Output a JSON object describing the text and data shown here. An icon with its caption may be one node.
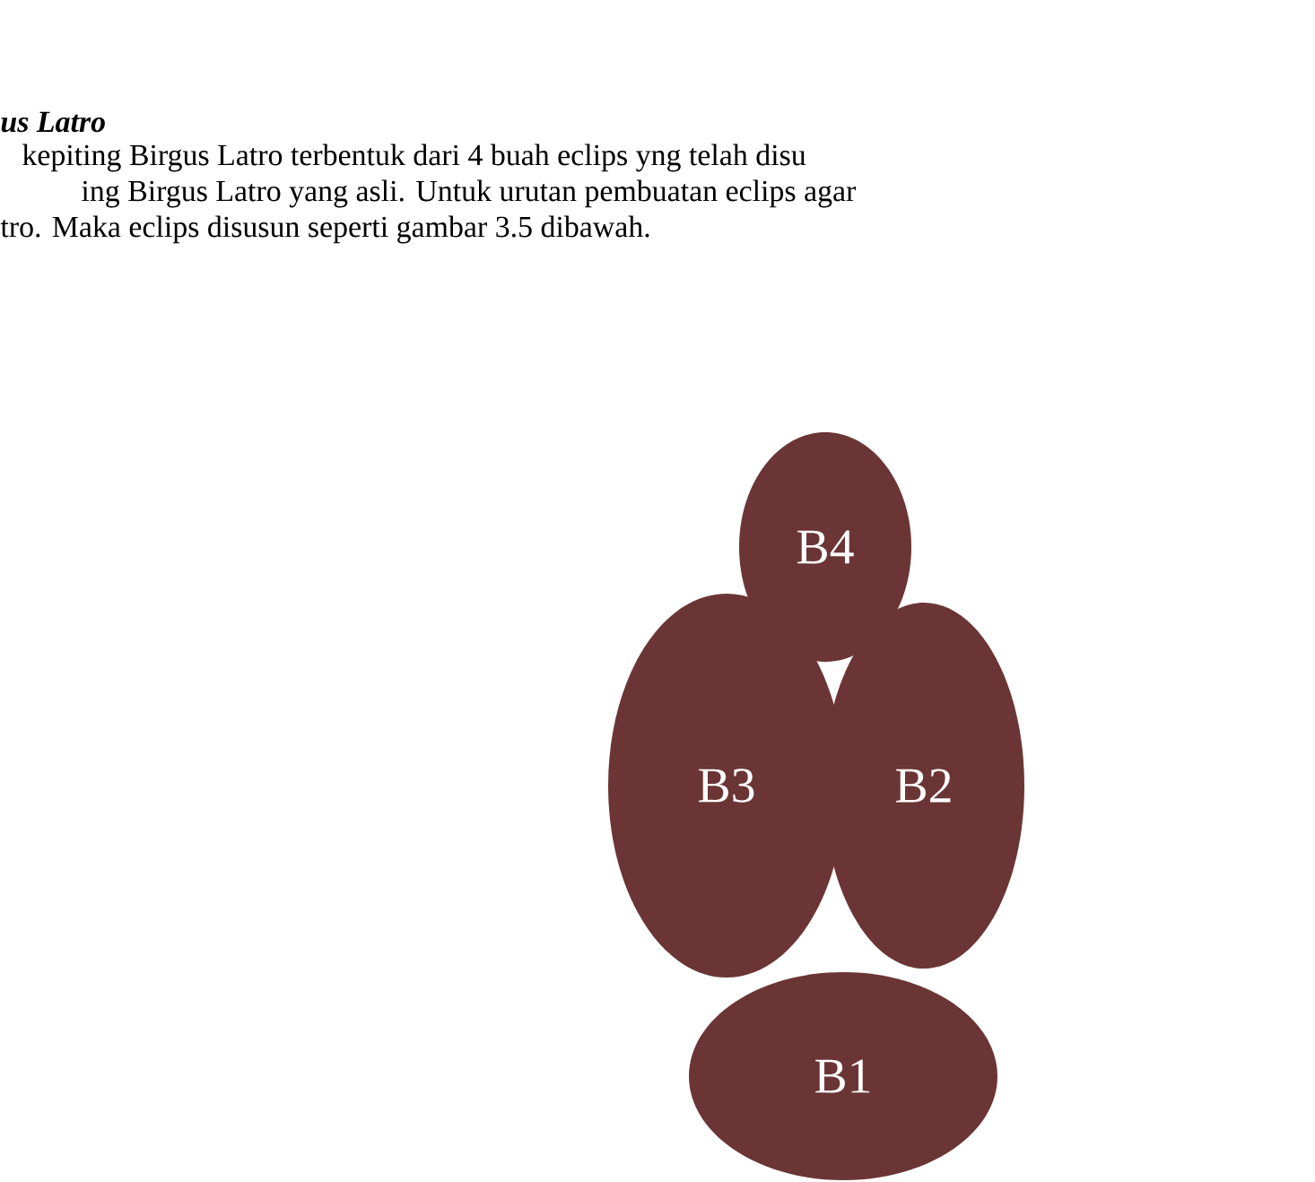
{
  "diagram": {
    "title": "us Latro",
    "nodes": [
      {
        "text": [
          "B4"
        ]
      },
      {
        "text": [
          "B3"
        ]
      },
      {
        "text": [
          "B2"
        ]
      },
      {
        "text": [
          "B1"
        ]
      }
    ],
    "labels": [
      "kepiting Birgus Latro terbentuk dari 4 buah eclips yng telah disu",
      "ing Birgus Latro yang asli. Untuk urutan pembuatan eclips agar",
      "tro. Maka eclips disusun seperti gambar 3.5 dibawah."
    ]
  }
}
